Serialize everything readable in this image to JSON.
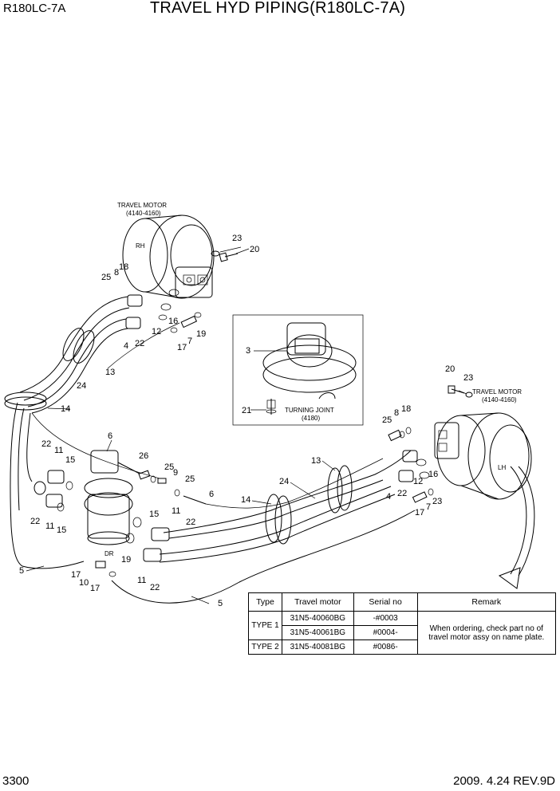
{
  "header": {
    "model": "R180LC-7A",
    "title": "TRAVEL HYD PIPING(R180LC-7A)"
  },
  "footer": {
    "page": "3300",
    "date_rev": "2009. 4.24  REV.9D"
  },
  "callouts": {
    "rh_motor": [
      "TRAVEL MOTOR",
      "(4140-4160)"
    ],
    "lh_motor": [
      "TRAVEL MOTOR",
      "(4140-4160)"
    ],
    "turning_joint": [
      "TURNING JOINT",
      "(4180)"
    ],
    "rh_mark": "RH",
    "lh_mark": "LH",
    "dr_mark": "DR"
  },
  "part_numbers": {
    "p23a": "23",
    "p20a": "20",
    "p25a": "25",
    "p8a": "8",
    "p18a": "18",
    "p16a": "16",
    "p12a": "12",
    "p19a": "19",
    "p17a": "17",
    "p7a": "7",
    "p4a": "4",
    "p22a": "22",
    "p13a": "13",
    "p24a": "24",
    "p14a": "14",
    "p3": "3",
    "p21": "21",
    "p6a": "6",
    "p26": "26",
    "p25b": "25",
    "p9": "9",
    "p25c": "25",
    "p6b": "6",
    "p22b": "22",
    "p11a": "11",
    "p15a": "15",
    "p22c": "22",
    "p11b": "11",
    "p15b": "15",
    "p15c": "15",
    "p11c": "11",
    "p22d": "22",
    "p19b": "19",
    "p11d": "11",
    "p22e": "22",
    "p5a": "5",
    "p17b": "17",
    "p10": "10",
    "p17c": "17",
    "p5b": "5",
    "p20b": "20",
    "p23b": "23",
    "p25d": "25",
    "p8b": "8",
    "p18b": "18",
    "p13b": "13",
    "p24b": "24",
    "p14b": "14",
    "p16b": "16",
    "p12b": "12",
    "p4b": "4",
    "p22f": "22",
    "p17d": "17",
    "p7b": "7",
    "p23c": "23"
  },
  "table": {
    "headers": [
      "Type",
      "Travel motor",
      "Serial no",
      "Remark"
    ],
    "rows": [
      {
        "type": "TYPE 1",
        "motor": "31N5-40060BG",
        "serial": "-#0003"
      },
      {
        "type": "",
        "motor": "31N5-40061BG",
        "serial": "#0004-"
      },
      {
        "type": "TYPE 2",
        "motor": "31N5-40081BG",
        "serial": "#0086-"
      }
    ],
    "remark": [
      "When ordering, check part no of",
      "travel motor assy on name plate."
    ]
  }
}
